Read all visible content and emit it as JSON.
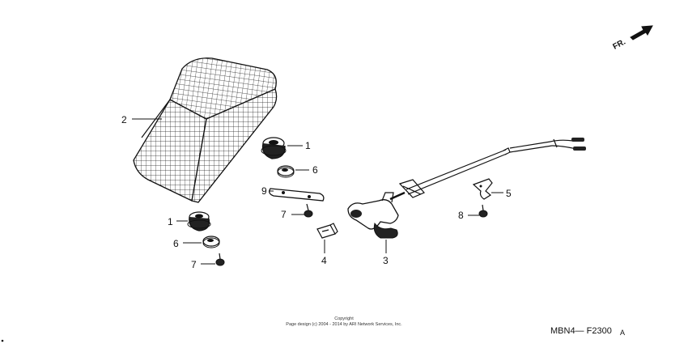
{
  "direction_marker": {
    "text": "FR.",
    "icon": "arrow-icon"
  },
  "callouts": [
    {
      "id": "2",
      "text": "2"
    },
    {
      "id": "1a",
      "text": "1"
    },
    {
      "id": "6a",
      "text": "6"
    },
    {
      "id": "9",
      "text": "9"
    },
    {
      "id": "7a",
      "text": "7"
    },
    {
      "id": "4",
      "text": "4"
    },
    {
      "id": "3",
      "text": "3"
    },
    {
      "id": "5",
      "text": "5"
    },
    {
      "id": "8",
      "text": "8"
    },
    {
      "id": "1b",
      "text": "1"
    },
    {
      "id": "6b",
      "text": "6"
    },
    {
      "id": "7b",
      "text": "7"
    }
  ],
  "copyright": {
    "line1": "Copyright",
    "line2": "Page design (c) 2004 - 2014 by ARI Network Services, Inc."
  },
  "diagram_code": {
    "text": "MBN4— F2300",
    "suffix": "A"
  }
}
